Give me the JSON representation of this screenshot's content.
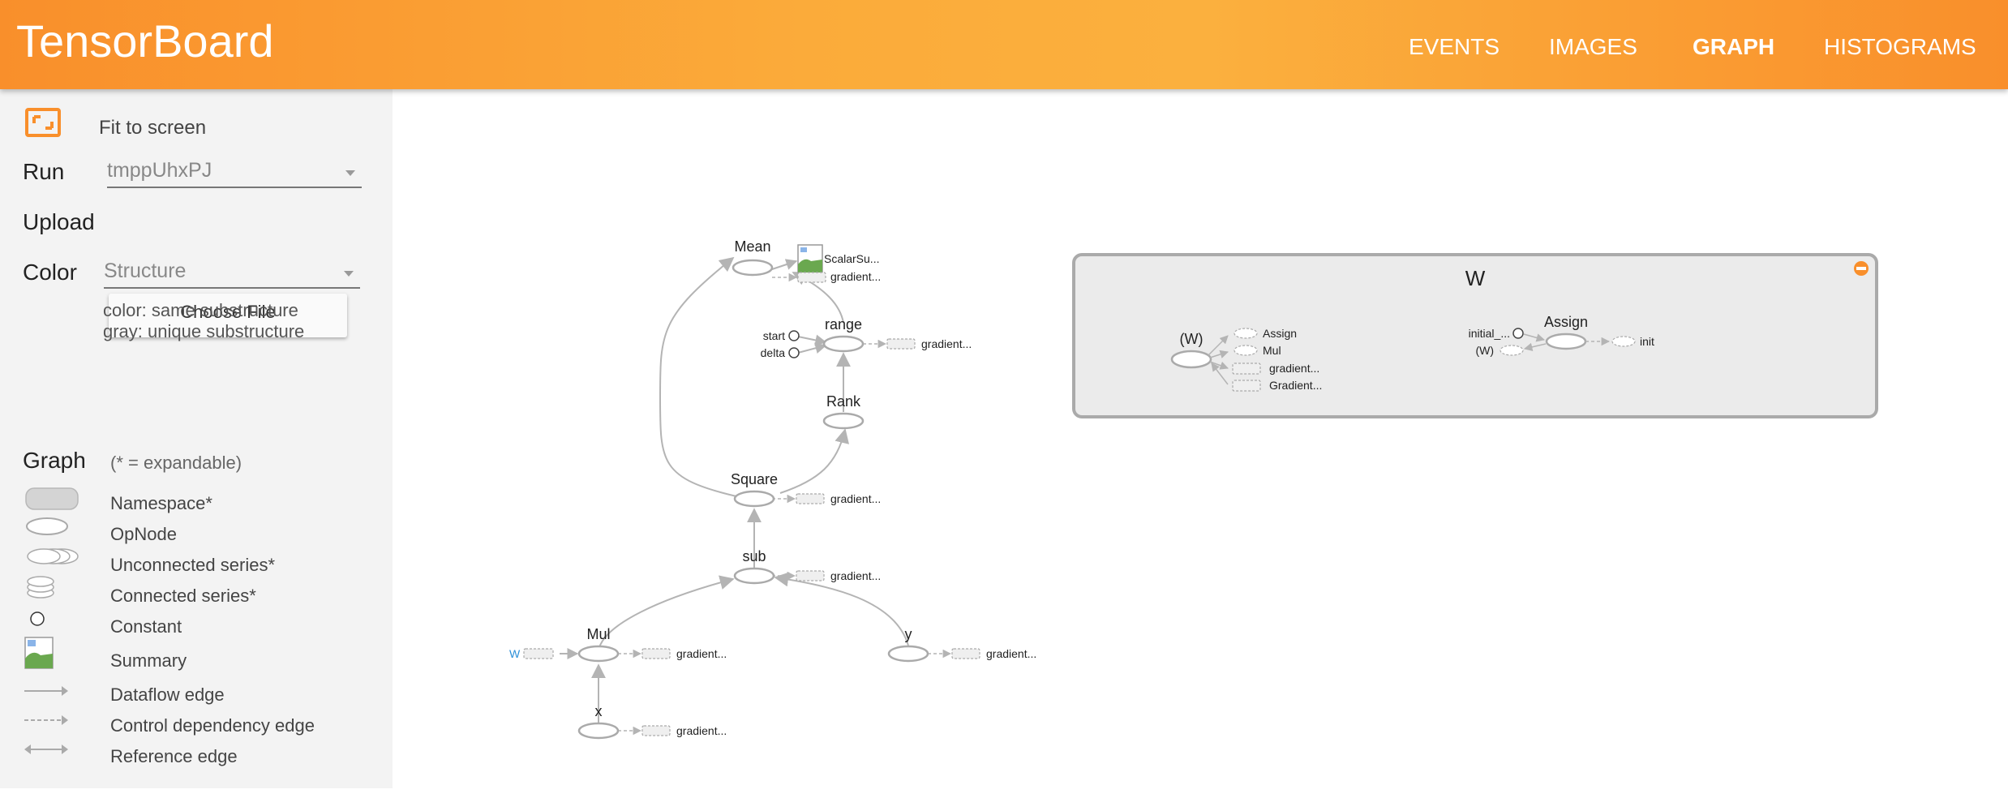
{
  "header": {
    "title": "TensorBoard",
    "tabs": [
      {
        "label": "EVENTS",
        "active": false
      },
      {
        "label": "IMAGES",
        "active": false
      },
      {
        "label": "GRAPH",
        "active": true
      },
      {
        "label": "HISTOGRAMS",
        "active": false
      }
    ]
  },
  "sidebar": {
    "fit_label": "Fit to screen",
    "run_label": "Run",
    "run_value": "tmppUhxPJ",
    "upload_label": "Upload",
    "choose_file": "Choose File",
    "color_label": "Color",
    "color_value": "Structure",
    "color_hint_1": "color: same substructure",
    "color_hint_2": "gray: unique substructure",
    "graph_label": "Graph",
    "expandable_note": "(* = expandable)",
    "legend": [
      {
        "label": "Namespace*"
      },
      {
        "label": "OpNode"
      },
      {
        "label": "Unconnected series*"
      },
      {
        "label": "Connected series*"
      },
      {
        "label": "Constant"
      },
      {
        "label": "Summary"
      },
      {
        "label": "Dataflow edge"
      },
      {
        "label": "Control dependency edge"
      },
      {
        "label": "Reference edge"
      }
    ]
  },
  "graph": {
    "nodes": {
      "mean": "Mean",
      "scalar": "ScalarSu...",
      "mean_gradient": "gradient...",
      "start": "start",
      "delta": "delta",
      "range": "range",
      "range_gradient": "gradient...",
      "rank": "Rank",
      "square": "Square",
      "square_gradient": "gradient...",
      "sub": "sub",
      "sub_gradient": "gradient...",
      "w_input": "W",
      "mul": "Mul",
      "mul_gradient": "gradient...",
      "y": "y",
      "y_gradient": "gradient...",
      "x": "x",
      "x_gradient": "gradient..."
    },
    "w_box": {
      "title": "W",
      "w_node": "(W)",
      "outputs": [
        "Assign",
        "Mul",
        "gradient...",
        "Gradient..."
      ],
      "initial": "initial_...",
      "w_ref": "(W)",
      "assign": "Assign",
      "init": "init"
    }
  },
  "colors": {
    "header_orange": "#f98f2b",
    "header_yellow": "#fbb03e",
    "sidebar_bg": "#f3f3f3",
    "edge_gray": "#b4b4b4",
    "node_stroke": "#aaaaaa",
    "w_link_blue": "#2b8fd8",
    "collapse_button": "#f98f2b"
  }
}
